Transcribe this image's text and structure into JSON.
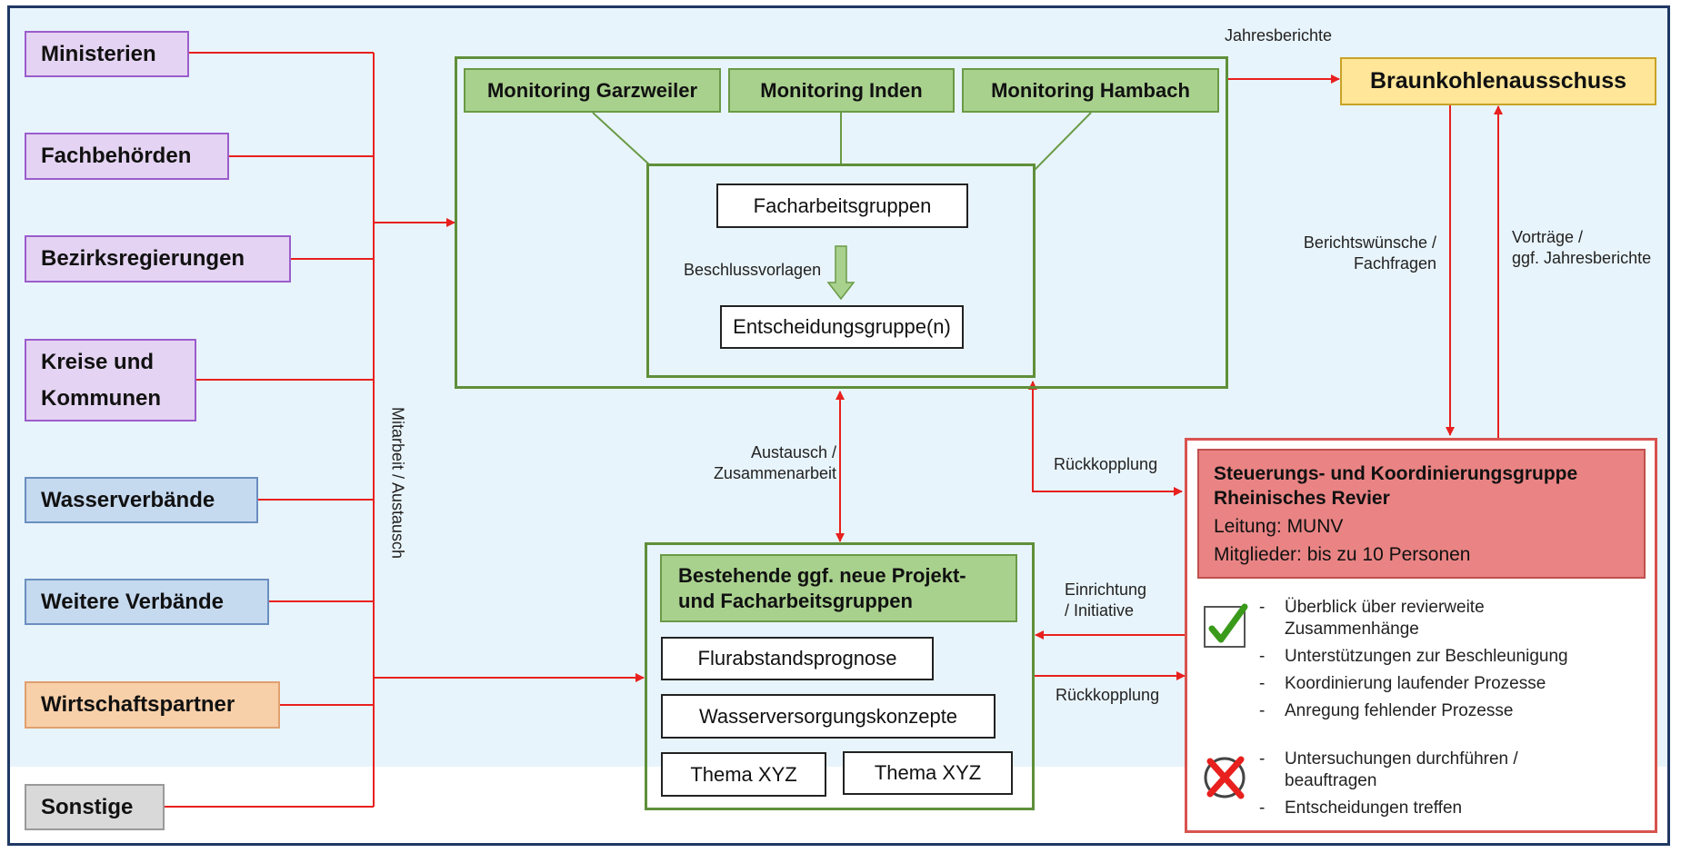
{
  "stakeholders": [
    {
      "label": "Ministerien"
    },
    {
      "label": "Fachbehörden"
    },
    {
      "label": "Bezirksregierungen"
    },
    {
      "label": "Kreise und Kommunen"
    },
    {
      "label": "Wasserverbände"
    },
    {
      "label": "Weitere Verbände"
    },
    {
      "label": "Wirtschaftspartner"
    },
    {
      "label": "Sonstige"
    }
  ],
  "bus_label": "Mitarbeit / Austausch",
  "monitoring": {
    "heads": [
      "Monitoring Garzweiler",
      "Monitoring Inden",
      "Monitoring Hambach"
    ],
    "facharbeitsgruppen": "Facharbeitsgruppen",
    "beschlussvorlagen": "Beschlussvorlagen",
    "entscheidungsgruppe": "Entscheidungsgruppe(n)"
  },
  "braunkohlenausschuss": "Braunkohlenausschuss",
  "jahresberichte": "Jahresberichte",
  "berichtswuensche": [
    "Berichtswünsche /",
    "Fachfragen"
  ],
  "vortraege": [
    "Vorträge /",
    "ggf. Jahresberichte"
  ],
  "austausch": [
    "Austausch /",
    "Zusammenarbeit"
  ],
  "rueckkopplung_top": "Rückkopplung",
  "einrichtung": [
    "Einrichtung",
    "/ Initiative"
  ],
  "rueckkopplung_bottom": "Rückkopplung",
  "projekt": {
    "head": [
      "Bestehende ggf. neue Projekt-",
      "und Facharbeitsgruppen"
    ],
    "items": [
      "Flurabstandsprognose",
      "Wasserversorgungskonzepte",
      "Thema XYZ",
      "Thema XYZ"
    ]
  },
  "steuerung": {
    "title": [
      "Steuerungs- und Koordinierungsgruppe",
      "Rheinisches Revier"
    ],
    "leitung": "Leitung: MUNV",
    "mitglieder": "Mitglieder: bis zu 10 Personen",
    "tasks_yes": [
      "Überblick über revierweite",
      "Zusammenhänge",
      "Unterstützungen zur Beschleunigung",
      "Koordinierung laufender Prozesse",
      "Anregung fehlender Prozesse"
    ],
    "tasks_no": [
      "Untersuchungen durchführen /",
      "beauftragen",
      "Entscheidungen treffen"
    ]
  },
  "colors": {
    "line_red": "#e8201e",
    "green": "#5f8f3a",
    "purple": "#9b5dcc",
    "blue": "#6a8fbf",
    "orange": "#e0a070",
    "yellow": "#ffe699"
  },
  "icons": {
    "yes": "check-icon",
    "no": "cross-icon"
  }
}
